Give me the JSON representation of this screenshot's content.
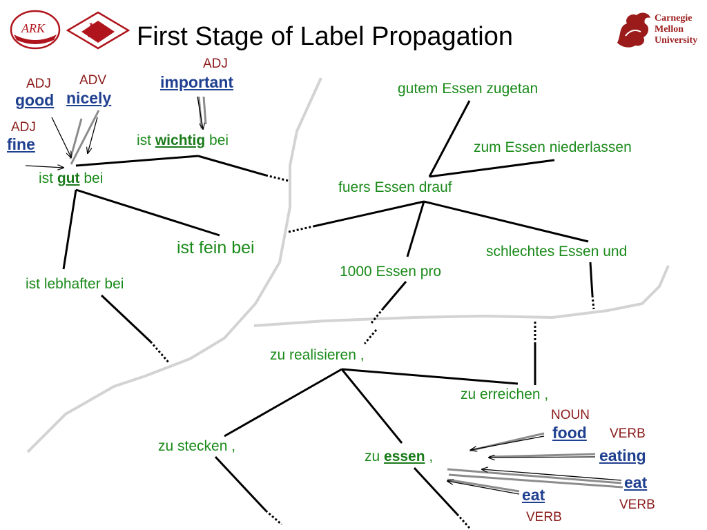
{
  "title": "First Stage of Label Propagation",
  "logos": {
    "ark": "ARK",
    "lti": "lti",
    "cmu_line1": "Carnegie",
    "cmu_line2": "Mellon",
    "cmu_line3": "University"
  },
  "english_words": {
    "good": "good",
    "nicely": "nicely",
    "fine": "fine",
    "important": "important",
    "food": "food",
    "eating": "eating",
    "eat_right": "eat",
    "eat_left": "eat"
  },
  "pos_tags": {
    "good": "ADJ",
    "nicely": "ADV",
    "fine": "ADJ",
    "important": "ADJ",
    "food": "NOUN",
    "eating": "VERB",
    "eat_right": "VERB",
    "eat_left": "VERB"
  },
  "german_nodes": {
    "ist_gut_bei": {
      "pre": "ist ",
      "key": "gut",
      "post": " bei"
    },
    "ist_wichtig_bei": {
      "pre": "ist ",
      "key": "wichtig",
      "post": " bei"
    },
    "ist_fein_bei": "ist fein bei",
    "ist_lebhafter_bei": "ist lebhafter bei",
    "gutem_essen_zugetan": "gutem Essen zugetan",
    "zum_essen_niederlassen": "zum Essen niederlassen",
    "fuers_essen_drauf": "fuers Essen drauf",
    "schlechtes_essen_und": "schlechtes Essen und",
    "tausend_essen_pro": "1000 Essen pro",
    "zu_realisieren": "zu realisieren ,",
    "zu_erreichen": "zu erreichen ,",
    "zu_stecken": "zu stecken ,",
    "zu_essen": {
      "pre": "zu ",
      "key": "essen",
      "post": " ,"
    }
  },
  "colors": {
    "german_text": "#1a8a1a",
    "english_text": "#1f3f8f",
    "pos_tag": "#8b1a1a",
    "edges": "#000000",
    "projection_arrows": "#888888",
    "cluster_boundaries": "#d0d0d0",
    "lti_logo": "#b0141c",
    "cmu_logo": "#9b1b1b"
  }
}
